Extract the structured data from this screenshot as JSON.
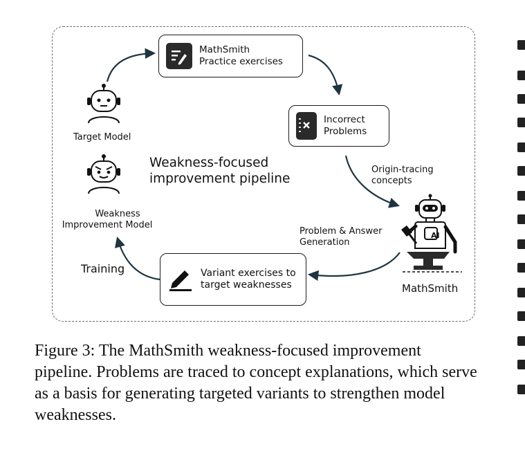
{
  "diagram": {
    "center_title": [
      "Weakness-focused",
      "improvement pipeline"
    ],
    "boxes": {
      "practice": [
        "MathSmith",
        "Practice exercises"
      ],
      "incorrect": [
        "Incorrect",
        "Problems"
      ],
      "variant": [
        "Variant exercises to",
        "target weaknesses"
      ]
    },
    "labels": {
      "target_model": "Target Model",
      "weakness_model": [
        "Weakness",
        "Improvement Model"
      ],
      "origin_tracing": [
        "Origin-tracing",
        "concepts"
      ],
      "problem_answer": [
        "Problem & Answer",
        "Generation"
      ],
      "training": "Training",
      "mathsmith": "MathSmith",
      "ai_badge": "AI"
    },
    "icons": [
      "robot-target-icon",
      "robot-angry-icon",
      "robot-ai-blacksmith-icon",
      "notepad-pen-icon",
      "notebook-x-icon",
      "pen-line-icon"
    ]
  },
  "caption": "Figure 3: The MathSmith weakness-focused improvement pipeline. Problems are traced to concept explanations, which serve as a basis for generating targeted variants to strengthen model weaknesses."
}
